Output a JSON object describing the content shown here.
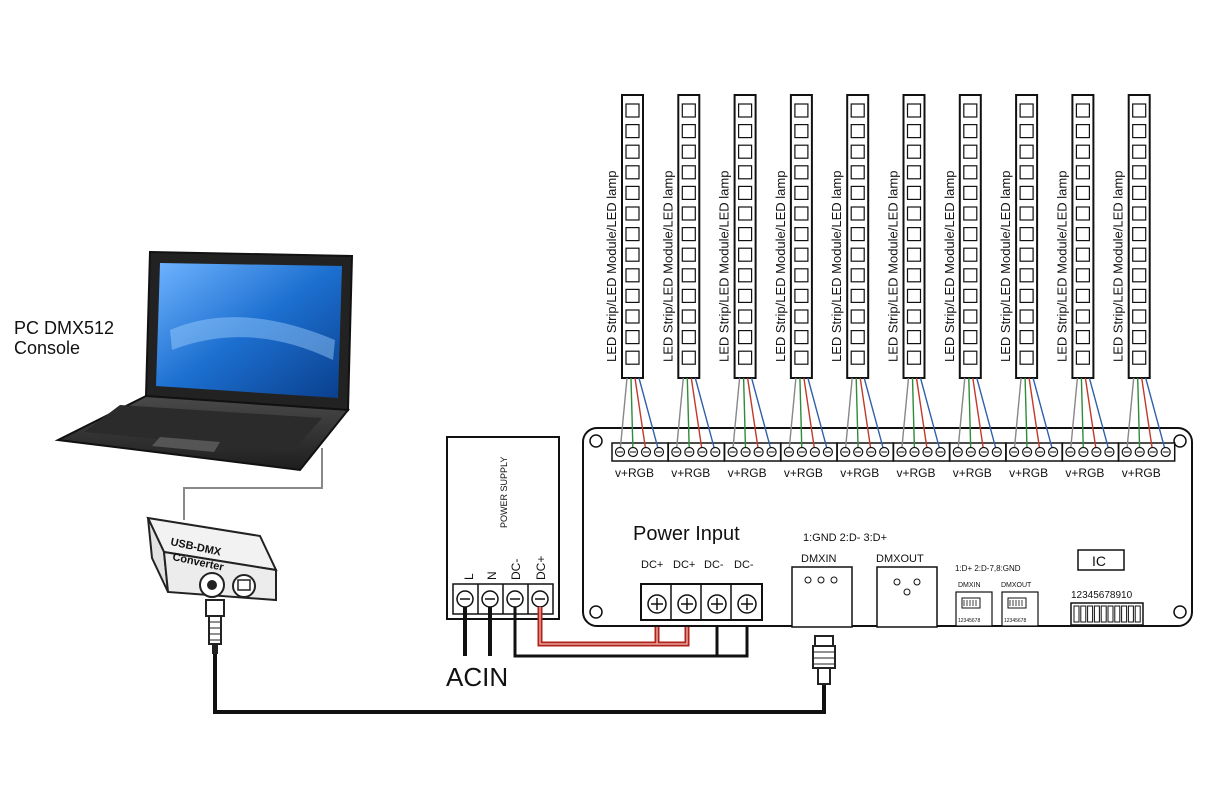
{
  "pc_label": {
    "line1": "PC  DMX512",
    "line2": "Console"
  },
  "converter_label": {
    "line1": "USB-DMX",
    "line2": "Converter"
  },
  "power_supply": {
    "title": "POWER SUPPLY",
    "terminals": [
      "L",
      "N",
      "DC-",
      "DC+"
    ]
  },
  "acin_label": "ACIN",
  "led_label": "LED Strip/LED Module/LED lamp",
  "channel_label": "v+RGB",
  "decoder": {
    "power_input_title": "Power Input",
    "power_terminals": [
      "DC+",
      "DC+",
      "DC-",
      "DC-"
    ],
    "pinout_note": "1:GND  2:D-  3:D+",
    "dmx_in": "DMXIN",
    "dmx_out": "DMXOUT",
    "small_pinout_note": "1:D+  2:D-7,8:GND",
    "small_dmx_in": "DMXIN",
    "small_dmx_out": "DMXOUT",
    "small_pins": "12345678",
    "ic_label": "IC",
    "dip_numbers": "12345678910"
  },
  "colors": {
    "line": "#111111",
    "dc_positive_wire": "#b0221a",
    "wire_green": "#2e8b3a",
    "wire_red": "#c0392b",
    "wire_blue": "#2f5fa8",
    "screen": "#1c6fd0"
  }
}
